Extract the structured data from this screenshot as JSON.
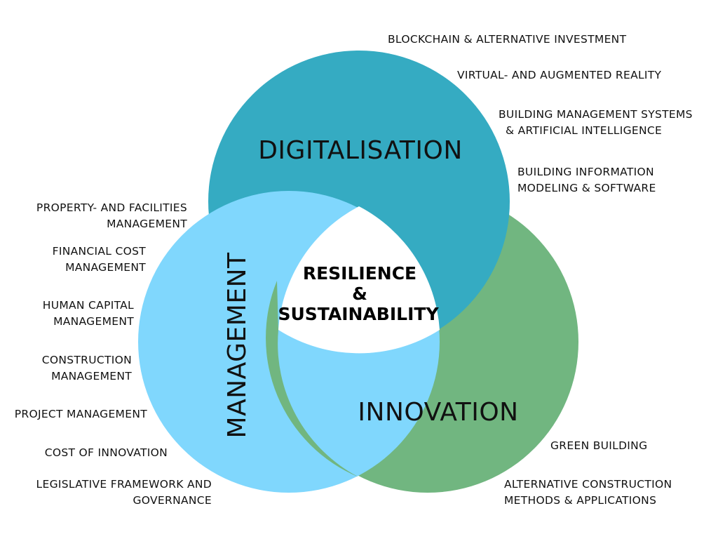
{
  "colors": {
    "digitalisation": "#35abc2",
    "management": "#80d7fd",
    "innovation": "#71b680",
    "center": "#ffffff"
  },
  "circles": {
    "digitalisation": {
      "title": "DIGITALISATION"
    },
    "management": {
      "title": "MANAGEMENT"
    },
    "innovation": {
      "title": "INNOVATION"
    }
  },
  "center": {
    "line1": "RESILIENCE",
    "line2": "&",
    "line3": "SUSTAINABILITY"
  },
  "digitalisation_items": [
    {
      "lines": [
        "BLOCKCHAIN & ALTERNATIVE INVESTMENT"
      ]
    },
    {
      "lines": [
        "VIRTUAL- AND AUGMENTED REALITY"
      ]
    },
    {
      "lines": [
        "BUILDING MANAGEMENT SYSTEMS",
        "& ARTIFICIAL INTELLIGENCE"
      ]
    },
    {
      "lines": [
        "BUILDING INFORMATION",
        "MODELING & SOFTWARE"
      ]
    }
  ],
  "management_items": [
    {
      "lines": [
        "PROPERTY- AND FACILITIES",
        "MANAGEMENT"
      ]
    },
    {
      "lines": [
        "FINANCIAL COST",
        "MANAGEMENT"
      ]
    },
    {
      "lines": [
        "HUMAN CAPITAL",
        "MANAGEMENT"
      ]
    },
    {
      "lines": [
        "CONSTRUCTION",
        "MANAGEMENT"
      ]
    },
    {
      "lines": [
        "PROJECT MANAGEMENT"
      ]
    },
    {
      "lines": [
        "COST OF INNOVATION"
      ]
    },
    {
      "lines": [
        "LEGISLATIVE FRAMEWORK AND",
        "GOVERNANCE"
      ]
    }
  ],
  "innovation_items": [
    {
      "lines": [
        "GREEN BUILDING"
      ]
    },
    {
      "lines": [
        "ALTERNATIVE CONSTRUCTION",
        "METHODS & APPLICATIONS"
      ]
    }
  ]
}
